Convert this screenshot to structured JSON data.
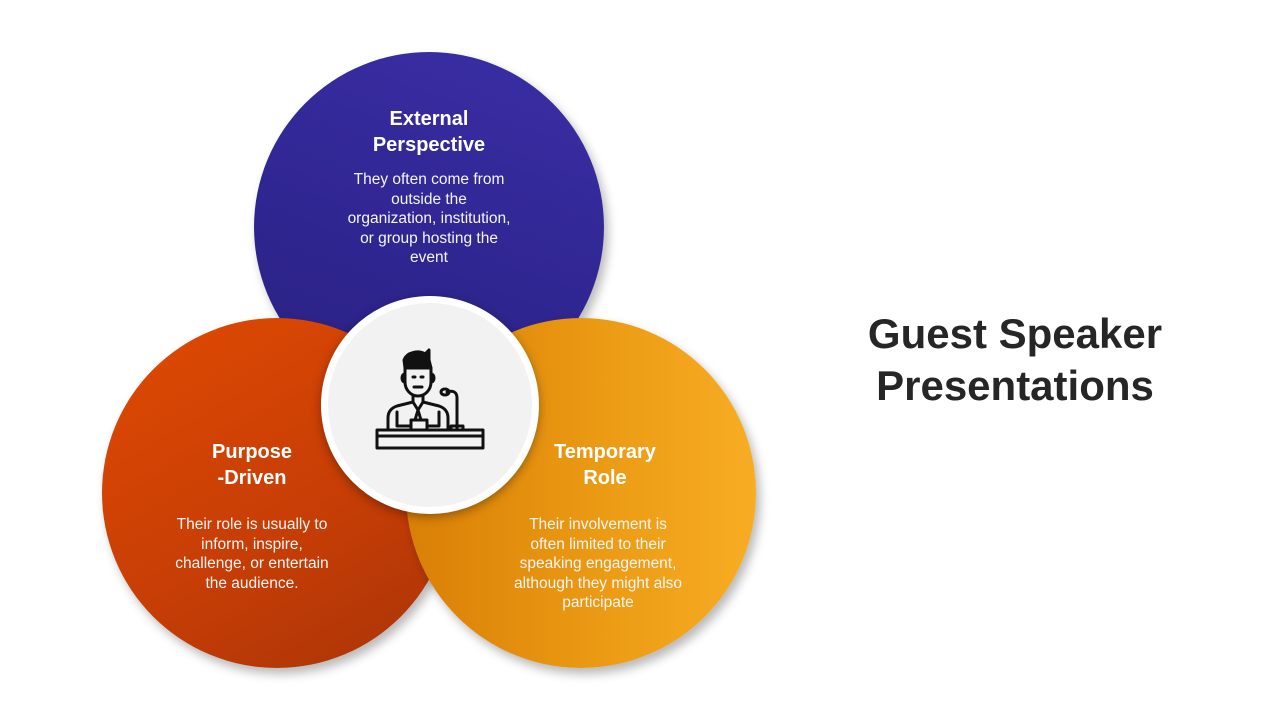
{
  "title": {
    "line1": "Guest Speaker",
    "line2": "Presentations"
  },
  "circles": {
    "top": {
      "title_line1": "External",
      "title_line2": "Perspective",
      "desc_lines": [
        "They often come from",
        "outside the",
        "organization, institution,",
        "or group hosting the",
        "event"
      ],
      "color": "#2f2590"
    },
    "left": {
      "title_line1": "Purpose",
      "title_line2": "-Driven",
      "desc_lines": [
        "Their role is usually to",
        "inform, inspire,",
        "challenge, or entertain",
        "the audience."
      ],
      "color": "#c53d06"
    },
    "right": {
      "title_line1": "Temporary",
      "title_line2": "Role",
      "desc_lines": [
        "Their involvement is",
        "often limited to their",
        "speaking engagement,",
        "although they might also",
        "participate"
      ],
      "color": "#eb9a14"
    }
  },
  "center": {
    "icon": "speaker-at-podium-icon"
  }
}
